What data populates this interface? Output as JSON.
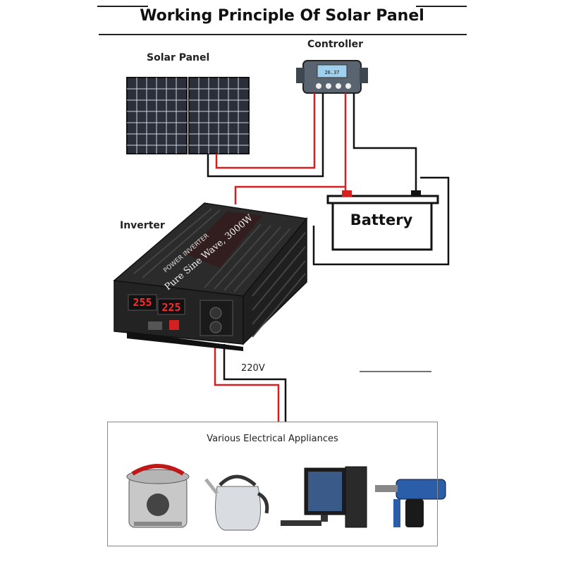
{
  "title": "Working Principle Of Solar Panel",
  "labels": {
    "solar_panel": "Solar Panel",
    "controller": "Controller",
    "battery": "Battery",
    "inverter": "Inverter",
    "voltage": "220V",
    "appliances": "Various Electrical Appliances"
  },
  "controller_display": "26.37",
  "inverter": {
    "text_line1": "POWER INVERTER",
    "text_line2": "Pure Sine Wave, 3000W",
    "display_left": "255",
    "display_right": "225"
  },
  "colors": {
    "wire_red": "#d42020",
    "wire_black": "#111111",
    "inverter_body": "#2b2b2b",
    "controller_screen": "#9fd0ee"
  },
  "appliances": [
    "pressure-cooker-icon",
    "kettle-icon",
    "computer-icon",
    "drill-icon"
  ]
}
